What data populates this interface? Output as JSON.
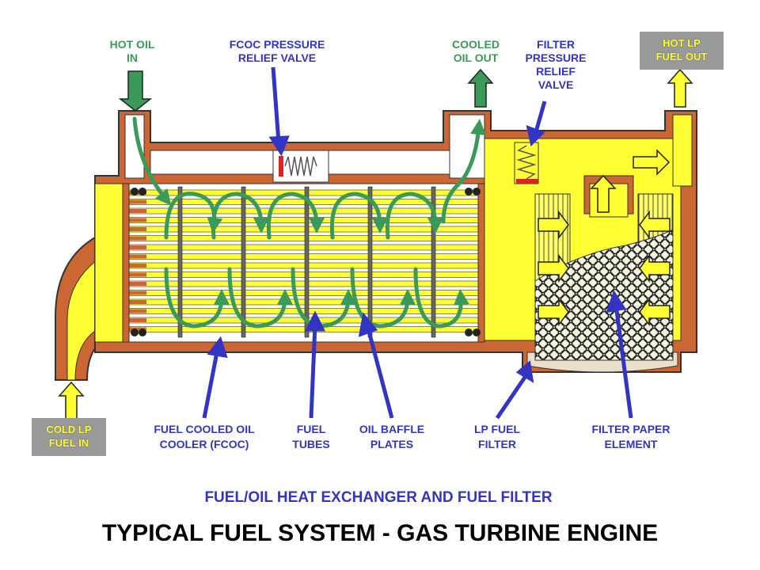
{
  "labels": {
    "hot_oil_in": [
      "HOT OIL",
      "IN"
    ],
    "fcoc_relief": [
      "FCOC PRESSURE",
      "RELIEF VALVE"
    ],
    "cooled_oil_out": [
      "COOLED",
      "OIL OUT"
    ],
    "filter_relief": [
      "FILTER",
      "PRESSURE",
      "RELIEF",
      "VALVE"
    ],
    "hot_lp_fuel_out": [
      "HOT LP",
      "FUEL OUT"
    ],
    "cold_lp_fuel_in": [
      "COLD LP",
      "FUEL IN"
    ],
    "fcoc": [
      "FUEL COOLED OIL",
      "COOLER (FCOC)"
    ],
    "fuel_tubes": [
      "FUEL",
      "TUBES"
    ],
    "oil_baffle_plates": [
      "OIL BAFFLE",
      "PLATES"
    ],
    "lp_fuel_filter": [
      "LP FUEL",
      "FILTER"
    ],
    "filter_paper_element": [
      "FILTER PAPER",
      "ELEMENT"
    ]
  },
  "subtitle": "FUEL/OIL HEAT EXCHANGER AND FUEL FILTER",
  "title": "TYPICAL FUEL SYSTEM - GAS TURBINE ENGINE",
  "colors": {
    "casing": "#cc6633",
    "fuel": "#ffff33",
    "oil_arrow": "#3a9a5a",
    "pointer": "#3434c4",
    "relief_valve": "#dd2222",
    "label_box": "#999999"
  }
}
